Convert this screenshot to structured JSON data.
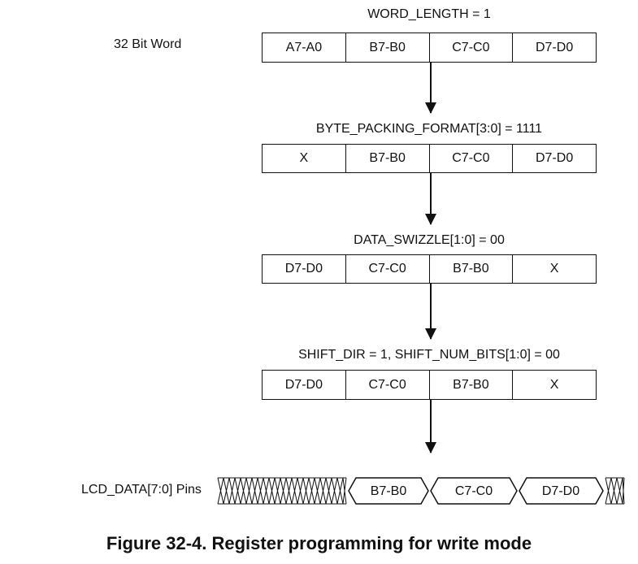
{
  "word_label": "32 Bit Word",
  "stages": [
    {
      "label": "WORD_LENGTH = 1",
      "cells": [
        "A7-A0",
        "B7-B0",
        "C7-C0",
        "D7-D0"
      ]
    },
    {
      "label": "BYTE_PACKING_FORMAT[3:0] = 1111",
      "cells": [
        "X",
        "B7-B0",
        "C7-C0",
        "D7-D0"
      ]
    },
    {
      "label": "DATA_SWIZZLE[1:0] = 00",
      "cells": [
        "D7-D0",
        "C7-C0",
        "B7-B0",
        "X"
      ]
    },
    {
      "label": "SHIFT_DIR = 1, SHIFT_NUM_BITS[1:0] = 00",
      "cells": [
        "D7-D0",
        "C7-C0",
        "B7-B0",
        "X"
      ]
    }
  ],
  "pins": {
    "label": "LCD_DATA[7:0] Pins",
    "values": [
      "B7-B0",
      "C7-C0",
      "D7-D0"
    ]
  },
  "caption": "Figure 32-4. Register programming for write mode"
}
